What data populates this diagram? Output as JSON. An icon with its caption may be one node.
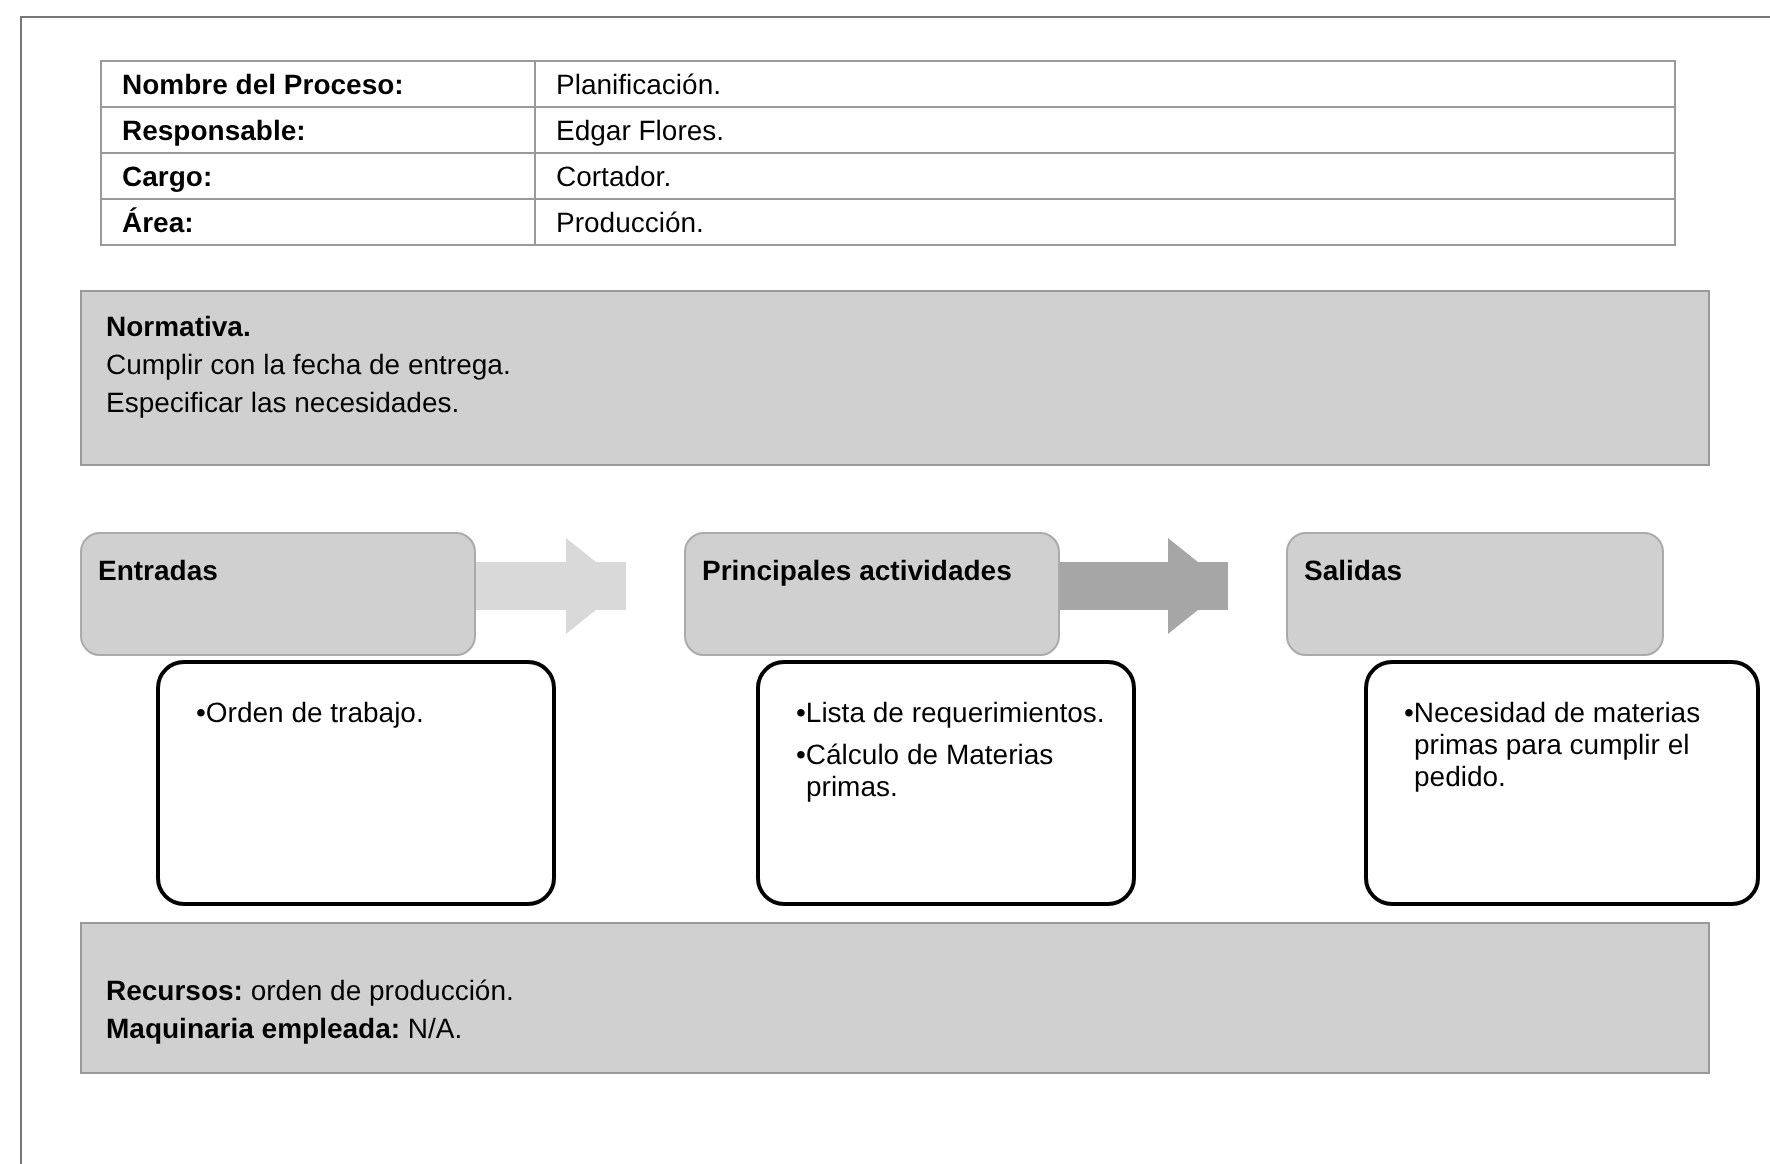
{
  "diagram": {
    "nodes": [
      {
        "text": [
          "Normativa.",
          "Cumplir con la fecha de entrega.",
          "Especificar las necesidades."
        ]
      },
      {
        "text": [
          "Entradas"
        ]
      },
      {
        "text": [
          "•Orden de trabajo."
        ]
      },
      {
        "text": [
          "Principales actividades"
        ]
      },
      {
        "text": [
          "•Lista de requerimientos.",
          "•Cálculo de Materias primas."
        ]
      },
      {
        "text": [
          "Salidas"
        ]
      },
      {
        "text": [
          "•Necesidad de materias primas para cumplir el pedido."
        ]
      },
      {
        "text": [
          "**Recursos:** orden de producción.",
          "**Maquinaria empleada:** N/A."
        ]
      }
    ],
    "edges": [
      {
        "from": 1,
        "to": 3,
        "arrow": "to",
        "color": "#d9d9d9"
      },
      {
        "from": 3,
        "to": 5,
        "arrow": "to",
        "color": "#a6a6a6"
      }
    ],
    "labels": [
      "Nombre del Proceso:",
      "Planificación.",
      "Responsable:",
      "Edgar Flores.",
      "Cargo:",
      "Cortador.",
      "Área:",
      "Producción."
    ]
  }
}
